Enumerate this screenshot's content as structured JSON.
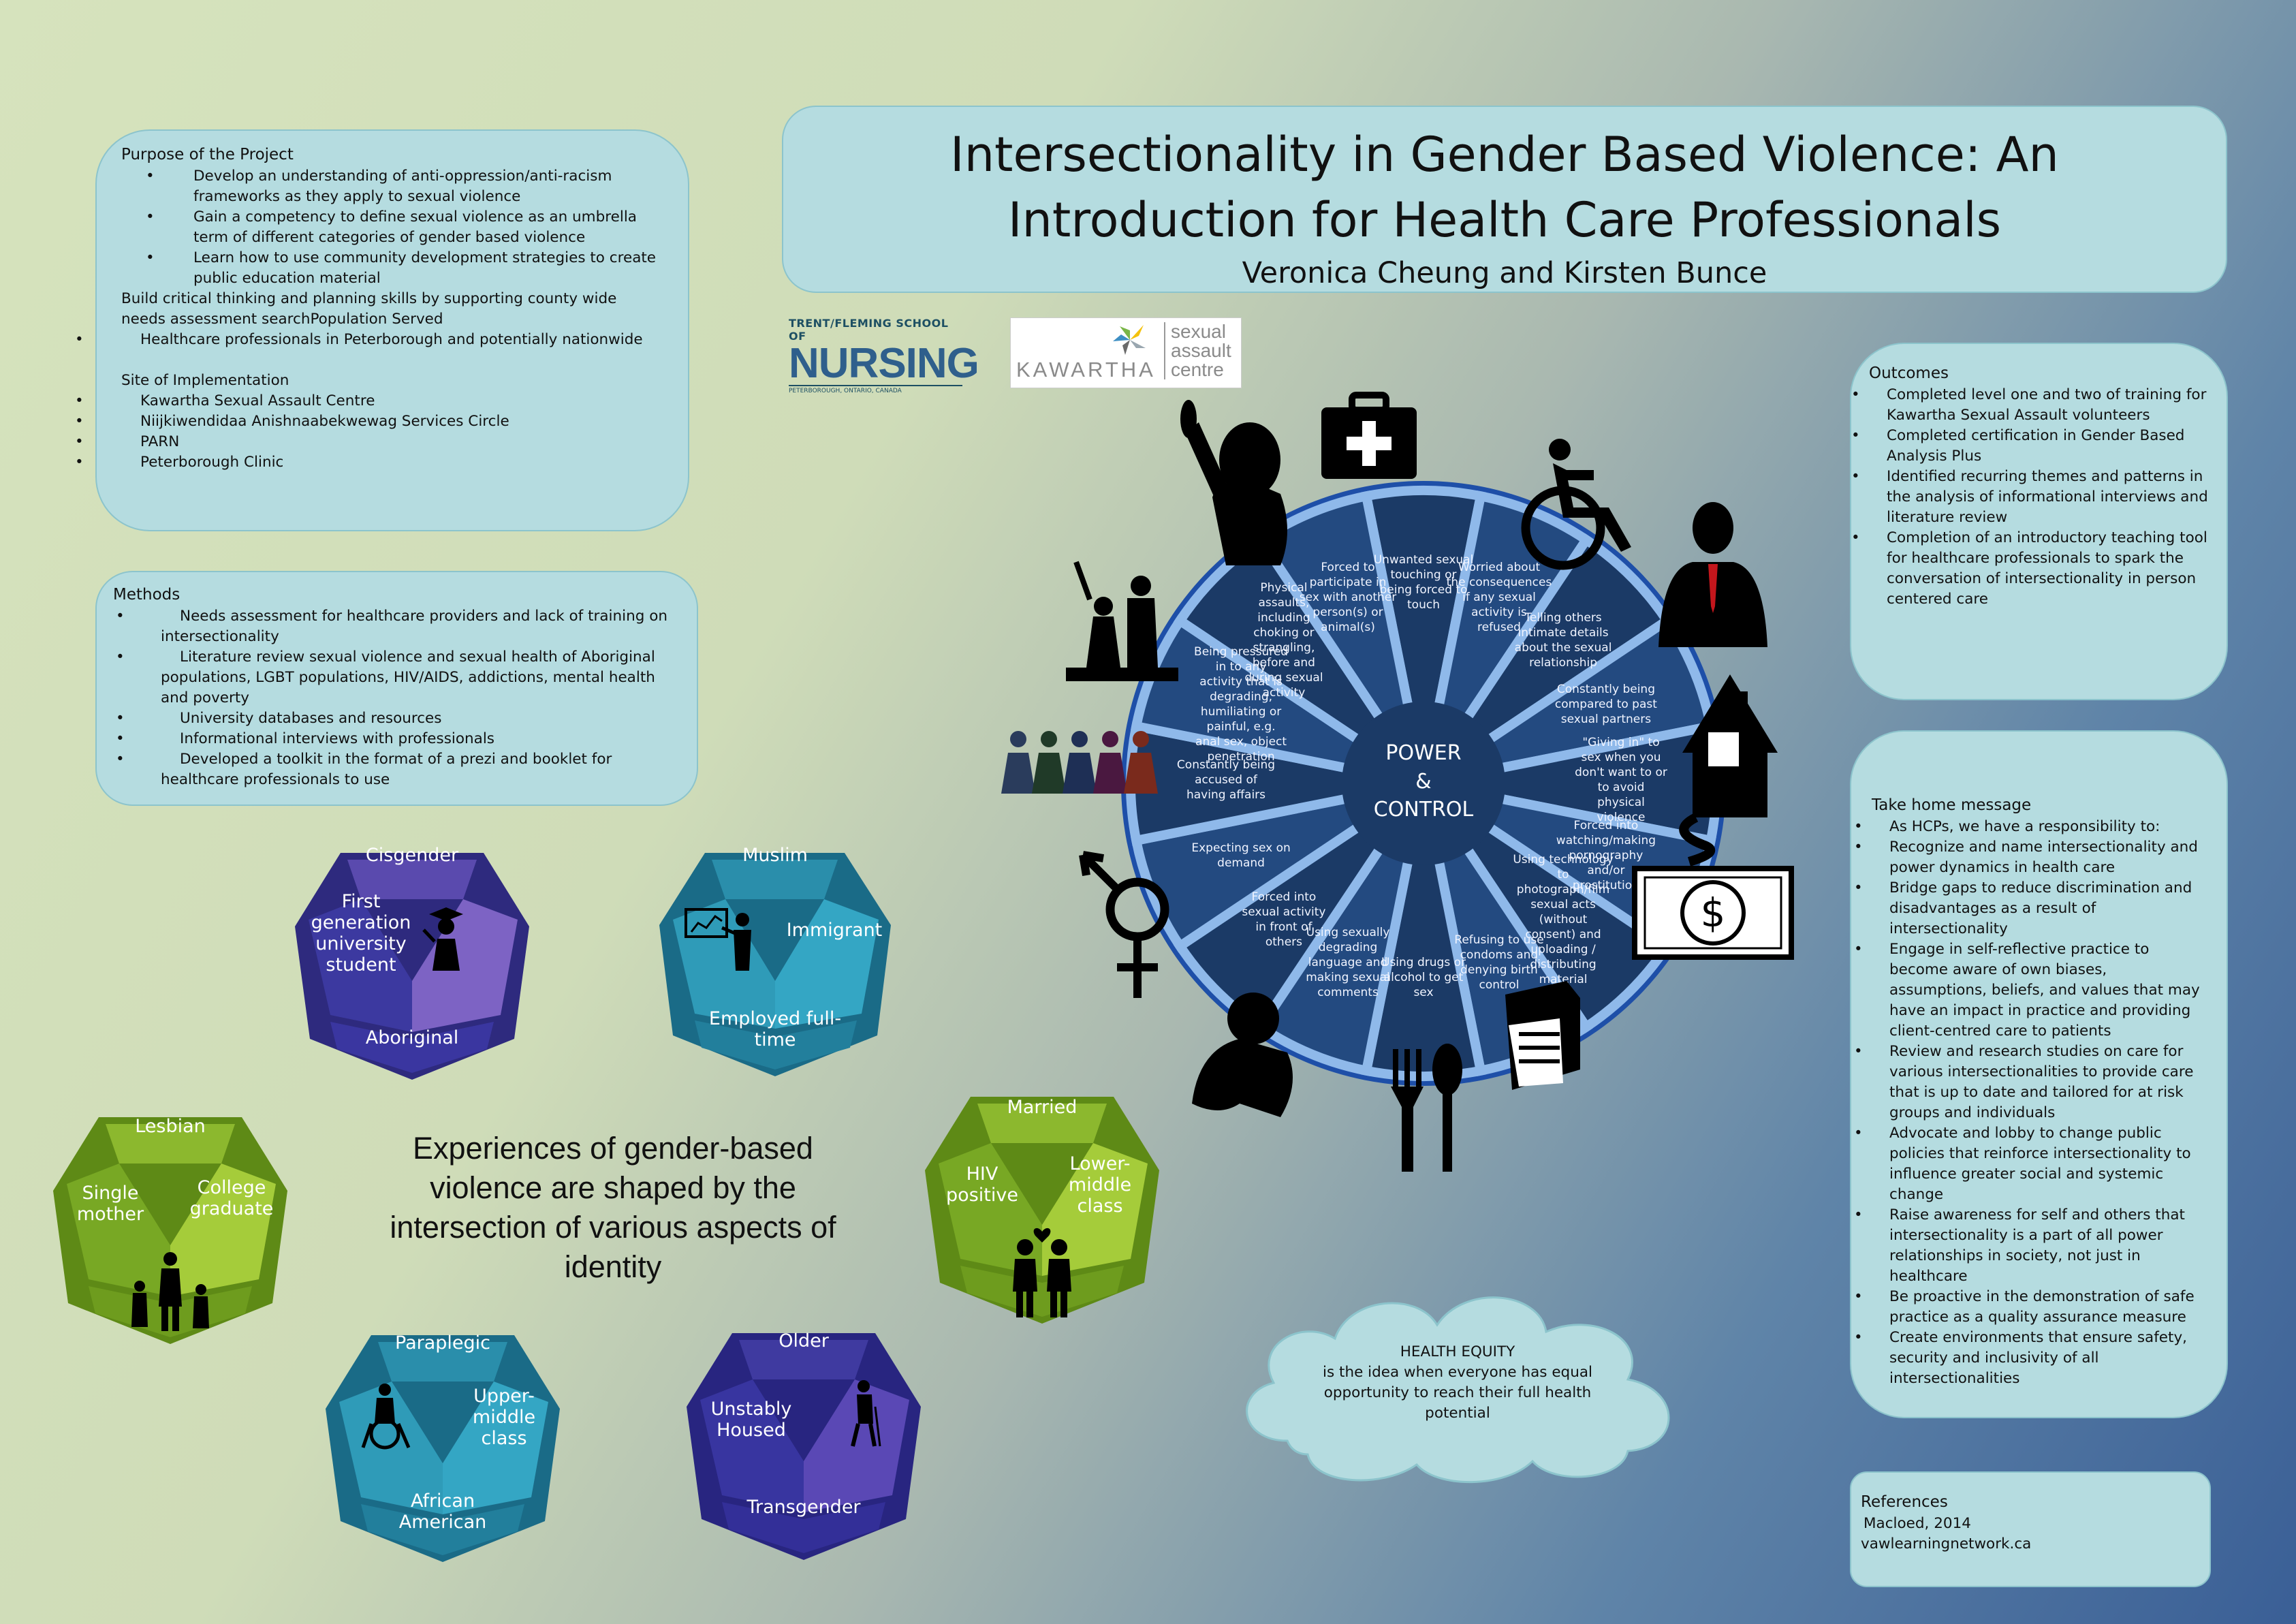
{
  "header": {
    "title": "Intersectionality in Gender Based Violence: An Introduction for Health Care Professionals",
    "authors": "Veronica Cheung and Kirsten Bunce"
  },
  "logos": {
    "nursing_line1": "TRENT/FLEMING SCHOOL OF",
    "nursing_line2": "NURSING",
    "nursing_line3": "PETERBOROUGH, ONTARIO, CANADA",
    "kawartha_name": "KAWARTHA",
    "kawartha_side": [
      "sexual",
      "assault",
      "centre"
    ]
  },
  "purpose": {
    "heading": "Purpose of the Project",
    "items": [
      "Develop an understanding of anti-oppression/anti-racism frameworks as they apply to sexual violence",
      "Gain a competency to define sexual violence as an umbrella term of different categories of gender based violence",
      "Learn how to use community development strategies to create public education material"
    ],
    "continuation": "Build critical thinking and planning skills by supporting county wide needs assessment searchPopulation Served",
    "population": "Healthcare professionals in Peterborough and potentially nationwide",
    "site_heading": "Site of Implementation",
    "sites": [
      "Kawartha Sexual Assault Centre",
      "Niijkiwendidaa Anishnaabekwewag Services Circle",
      "PARN",
      "Peterborough Clinic"
    ]
  },
  "methods": {
    "heading": "Methods",
    "items": [
      "Needs assessment for healthcare providers and lack of training on intersectionality",
      "Literature review sexual violence and sexual health of Aboriginal populations, LGBT populations, HIV/AIDS, addictions, mental health and poverty",
      "University databases and resources",
      "Informational interviews with professionals",
      "Developed a toolkit in the format of a prezi and booklet for healthcare professionals to use"
    ]
  },
  "outcomes": {
    "heading": "Outcomes",
    "items": [
      "Completed level one and two of training for Kawartha Sexual Assault volunteers",
      "Completed certification in Gender Based Analysis Plus",
      "Identified recurring themes and patterns in the analysis of informational interviews and literature review",
      "Completion of an introductory teaching tool for healthcare professionals to spark the conversation of intersectionality in person centered care"
    ]
  },
  "takehome": {
    "heading": "Take home message",
    "items": [
      "As HCPs, we have a responsibility to:",
      "Recognize and name intersectionality and power dynamics in health care",
      "Bridge gaps to reduce discrimination and disadvantages as a result of intersectionality",
      "Engage in self-reflective practice to become aware of own biases, assumptions, beliefs, and values that may have an impact in practice and providing client-centred care to patients",
      "Review and research studies on care for various intersectionalities to provide care that is up to date and tailored for at risk groups and individuals",
      "Advocate and lobby to change public policies that reinforce intersectionality to influence greater social and systemic change",
      "Raise awareness for self and others that intersectionality is a part of all power relationships in society, not just in healthcare",
      "Be proactive in the demonstration of safe practice as a quality assurance measure",
      "Create environments that ensure safety, security and inclusivity of all intersectionalities"
    ]
  },
  "references": {
    "heading": "References",
    "items": [
      "Macloed, 2014",
      "vawlearningnetwork.ca"
    ]
  },
  "wheel": {
    "center": [
      "POWER",
      "&",
      "CONTROL"
    ],
    "segments": [
      "Unwanted sexual touching or being forced to touch",
      "Worried about the consequences if any sexual activity is refused",
      "Telling others intimate details about the sexual relationship",
      "Constantly being compared to past sexual partners",
      "\"Giving in\" to sex when you don't want to or to avoid physical violence",
      "Forced into watching/making pornography and/or prostitution",
      "Using technology to photograph/film sexual acts (without consent) and uploading / distributing material",
      "Refusing to use condoms and denying birth control",
      "Using drugs or alcohol to get sex",
      "Using sexually degrading language and making sexual comments",
      "Forced into sexual activity in front of others",
      "Expecting sex on demand",
      "Constantly being accused of having affairs",
      "Being pressured in to any activity that is degrading, humiliating or painful, e.g. anal sex, object penetration",
      "Physical assaults, including choking or strangling, before and during sexual activity",
      "Forced to participate in sex with another person(s) or animal(s)"
    ]
  },
  "dice": [
    {
      "top": "Cisgender",
      "left": "First generation university student",
      "bottom": "Aboriginal",
      "color": "#5a4aae"
    },
    {
      "top": "Muslim",
      "right": "Immigrant",
      "bottom": "Employed full-time",
      "color": "#2a8eab"
    },
    {
      "top": "Lesbian",
      "left": "Single mother",
      "right": "College graduate",
      "color": "#8cb82e"
    },
    {
      "top": "Married",
      "left": "HIV positive",
      "right": "Lower-middle class",
      "color": "#8cb82e"
    },
    {
      "top": "Paraplegic",
      "right": "Upper-middle class",
      "bottom": "African American",
      "color": "#2a8eab"
    },
    {
      "top": "Older",
      "left": "Unstably Housed",
      "bottom": "Transgender",
      "color": "#3f3aa0"
    }
  ],
  "statement": "Experiences of gender-based violence are shaped by the intersection of various aspects of identity",
  "equity": {
    "heading": "HEALTH EQUITY",
    "body": "is the idea when everyone has equal opportunity to reach their full health potential"
  },
  "colors": {
    "panel": "#b5dce0",
    "wheel_dark": "#1b3a66",
    "wheel_light": "#8fb9ea",
    "wheel_ring": "#1e4fa8"
  }
}
